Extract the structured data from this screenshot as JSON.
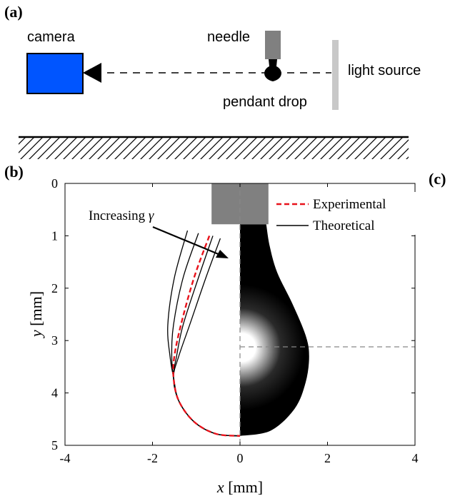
{
  "panels": {
    "a": "(a)",
    "b": "(b)",
    "c": "(c)"
  },
  "schematic": {
    "camera": "camera",
    "needle": "needle",
    "light_source": "light source",
    "pendant_drop": "pendant drop",
    "camera_color": "#0055ff"
  },
  "plot": {
    "xlabel_var": "x",
    "xlabel_unit": " [mm]",
    "ylabel_var": "y",
    "ylabel_unit": " [mm]",
    "xticks": [
      "-4",
      "-2",
      "0",
      "2",
      "4"
    ],
    "yticks": [
      "0",
      "1",
      "2",
      "3",
      "4",
      "5"
    ],
    "annotation_text": "Increasing ",
    "annotation_symbol": "γ",
    "legend": {
      "experimental": "Experimental",
      "theoretical": "Theoretical"
    },
    "colors": {
      "experimental": "#e8121b",
      "theoretical": "#000000",
      "needle": "#808080"
    }
  },
  "chart_data": {
    "type": "line",
    "xlabel": "x [mm]",
    "ylabel": "y [mm]",
    "xlim": [
      -4,
      4
    ],
    "ylim": [
      5,
      0
    ],
    "y_reversed": true,
    "grid": false,
    "legend_position": "top-right",
    "series": [
      {
        "name": "Experimental",
        "style": "dashed",
        "points": [
          [
            -0.7,
            1.0
          ],
          [
            -1.05,
            1.8
          ],
          [
            -1.35,
            2.7
          ],
          [
            -1.5,
            3.3
          ],
          [
            -1.52,
            3.7
          ],
          [
            -1.4,
            4.15
          ],
          [
            -1.05,
            4.55
          ],
          [
            -0.55,
            4.78
          ],
          [
            0,
            4.82
          ]
        ]
      },
      {
        "name": "Theoretical",
        "style": "solid",
        "points": [
          [
            -1.2,
            0.9
          ],
          [
            -1.5,
            1.8
          ],
          [
            -1.65,
            2.7
          ],
          [
            -1.6,
            3.3
          ],
          [
            -1.52,
            3.7
          ],
          [
            -1.4,
            4.15
          ],
          [
            -1.05,
            4.55
          ],
          [
            -0.55,
            4.78
          ],
          [
            0,
            4.82
          ]
        ]
      },
      {
        "name": "Theoretical",
        "style": "solid",
        "points": [
          [
            -0.95,
            0.95
          ],
          [
            -1.3,
            1.8
          ],
          [
            -1.52,
            2.7
          ],
          [
            -1.56,
            3.3
          ],
          [
            -1.52,
            3.7
          ],
          [
            -1.4,
            4.15
          ],
          [
            -1.05,
            4.55
          ],
          [
            -0.55,
            4.78
          ],
          [
            0,
            4.82
          ]
        ]
      },
      {
        "name": "Theoretical",
        "style": "solid",
        "points": [
          [
            -0.62,
            1.0
          ],
          [
            -0.95,
            1.8
          ],
          [
            -1.3,
            2.7
          ],
          [
            -1.45,
            3.3
          ],
          [
            -1.52,
            3.7
          ],
          [
            -1.4,
            4.15
          ],
          [
            -1.05,
            4.55
          ],
          [
            -0.55,
            4.78
          ],
          [
            0,
            4.82
          ]
        ]
      },
      {
        "name": "Theoretical",
        "style": "solid",
        "points": [
          [
            -0.45,
            1.05
          ],
          [
            -0.78,
            1.8
          ],
          [
            -1.15,
            2.7
          ],
          [
            -1.4,
            3.3
          ],
          [
            -1.52,
            3.7
          ],
          [
            -1.4,
            4.15
          ],
          [
            -1.05,
            4.55
          ],
          [
            -0.55,
            4.78
          ],
          [
            0,
            4.82
          ]
        ]
      }
    ],
    "drop_profile_right": [
      [
        0.6,
        0.78
      ],
      [
        0.68,
        1.2
      ],
      [
        0.85,
        1.7
      ],
      [
        1.2,
        2.3
      ],
      [
        1.5,
        2.9
      ],
      [
        1.58,
        3.3
      ],
      [
        1.5,
        3.8
      ],
      [
        1.25,
        4.3
      ],
      [
        0.7,
        4.72
      ],
      [
        0,
        4.82
      ]
    ],
    "needle": {
      "x": [
        -0.65,
        0.65
      ],
      "y": [
        0,
        0.78
      ]
    },
    "equator_y": 3.12
  }
}
